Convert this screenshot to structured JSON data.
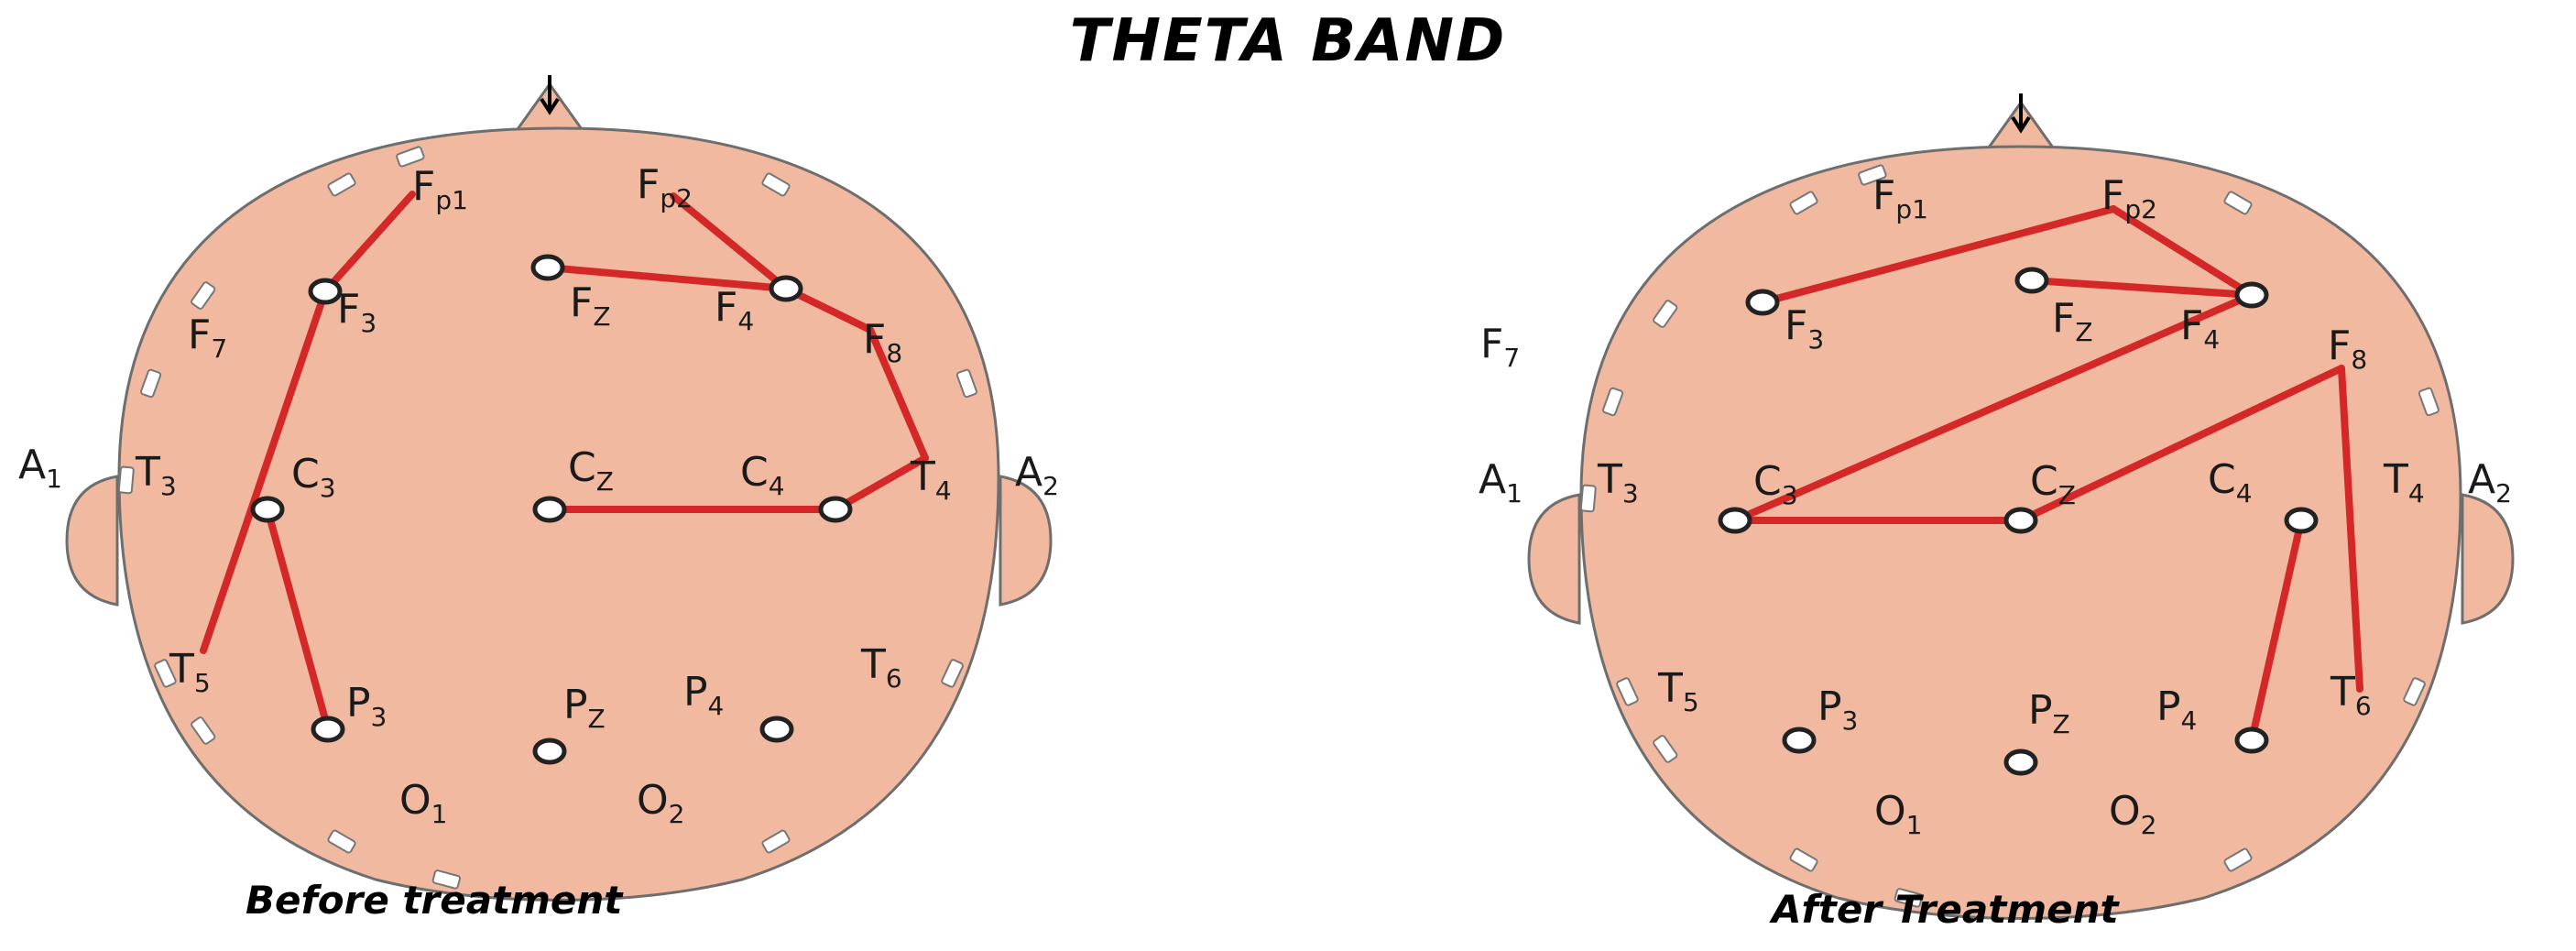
{
  "title": "THETA BAND",
  "colors": {
    "head_fill": "#f0b9a0",
    "head_stroke": "#6e6e6e",
    "connection": "#d42828",
    "electrode_fill": "#ffffff",
    "electrode_stroke": "#222222"
  },
  "panels": [
    {
      "caption": "Before treatment",
      "electrodes": [
        {
          "main": "F",
          "sub": "p1"
        },
        {
          "main": "F",
          "sub": "p2"
        },
        {
          "main": "F",
          "sub": "7"
        },
        {
          "main": "F",
          "sub": "3"
        },
        {
          "main": "F",
          "sub": "Z"
        },
        {
          "main": "F",
          "sub": "4"
        },
        {
          "main": "F",
          "sub": "8"
        },
        {
          "main": "A",
          "sub": "1"
        },
        {
          "main": "T",
          "sub": "3"
        },
        {
          "main": "C",
          "sub": "3"
        },
        {
          "main": "C",
          "sub": "Z"
        },
        {
          "main": "C",
          "sub": "4"
        },
        {
          "main": "T",
          "sub": "4"
        },
        {
          "main": "A",
          "sub": "2"
        },
        {
          "main": "T",
          "sub": "5"
        },
        {
          "main": "P",
          "sub": "3"
        },
        {
          "main": "P",
          "sub": "Z"
        },
        {
          "main": "P",
          "sub": "4"
        },
        {
          "main": "T",
          "sub": "6"
        },
        {
          "main": "O",
          "sub": "1"
        },
        {
          "main": "O",
          "sub": "2"
        }
      ],
      "connections": [
        [
          "Fp1",
          "F3"
        ],
        [
          "F3",
          "T5"
        ],
        [
          "C3",
          "P3"
        ],
        [
          "Fp2",
          "F4"
        ],
        [
          "Fz",
          "F4"
        ],
        [
          "F4",
          "F8"
        ],
        [
          "F8",
          "T4"
        ],
        [
          "T4",
          "C4"
        ],
        [
          "Cz",
          "C4"
        ]
      ]
    },
    {
      "caption": "After Treatment",
      "electrodes": [
        {
          "main": "F",
          "sub": "p1"
        },
        {
          "main": "F",
          "sub": "p2"
        },
        {
          "main": "F",
          "sub": "7"
        },
        {
          "main": "F",
          "sub": "3"
        },
        {
          "main": "F",
          "sub": "Z"
        },
        {
          "main": "F",
          "sub": "4"
        },
        {
          "main": "F",
          "sub": "8"
        },
        {
          "main": "A",
          "sub": "1"
        },
        {
          "main": "T",
          "sub": "3"
        },
        {
          "main": "C",
          "sub": "3"
        },
        {
          "main": "C",
          "sub": "Z"
        },
        {
          "main": "C",
          "sub": "4"
        },
        {
          "main": "T",
          "sub": "4"
        },
        {
          "main": "A",
          "sub": "2"
        },
        {
          "main": "T",
          "sub": "5"
        },
        {
          "main": "P",
          "sub": "3"
        },
        {
          "main": "P",
          "sub": "Z"
        },
        {
          "main": "P",
          "sub": "4"
        },
        {
          "main": "T",
          "sub": "6"
        },
        {
          "main": "O",
          "sub": "1"
        },
        {
          "main": "O",
          "sub": "2"
        }
      ],
      "connections": [
        [
          "F3",
          "Fp2"
        ],
        [
          "Fp2",
          "F4"
        ],
        [
          "Fz",
          "F4"
        ],
        [
          "F4",
          "C3"
        ],
        [
          "C3",
          "Cz"
        ],
        [
          "Cz",
          "F8"
        ],
        [
          "F8",
          "T6"
        ],
        [
          "C4",
          "P4"
        ]
      ]
    }
  ]
}
